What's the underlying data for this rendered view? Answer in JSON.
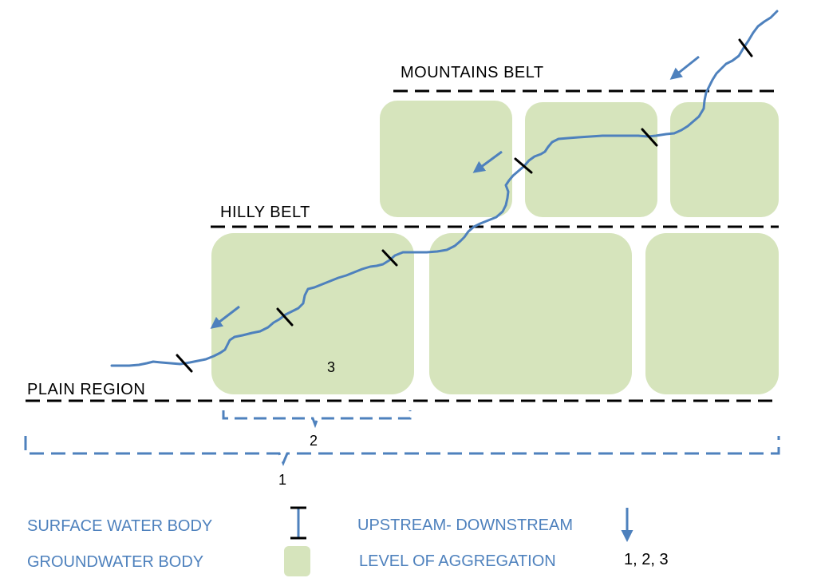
{
  "belts": {
    "mountains": "MOUNTAINS BELT",
    "hilly": "HILLY BELT",
    "plain": "PLAIN REGION"
  },
  "aggregation_labels": {
    "level1": "1",
    "level2": "2",
    "level3": "3"
  },
  "legend": {
    "surface_water": "SURFACE WATER BODY",
    "groundwater": "GROUNDWATER BODY",
    "upstream_downstream": "UPSTREAM- DOWNSTREAM",
    "level_of_aggregation": "LEVEL OF AGGREGATION",
    "aggregation_values": "1, 2, 3"
  },
  "colors": {
    "groundwater_fill": "#d6e4bc",
    "river": "#4e81bd",
    "boundary": "#000000"
  }
}
